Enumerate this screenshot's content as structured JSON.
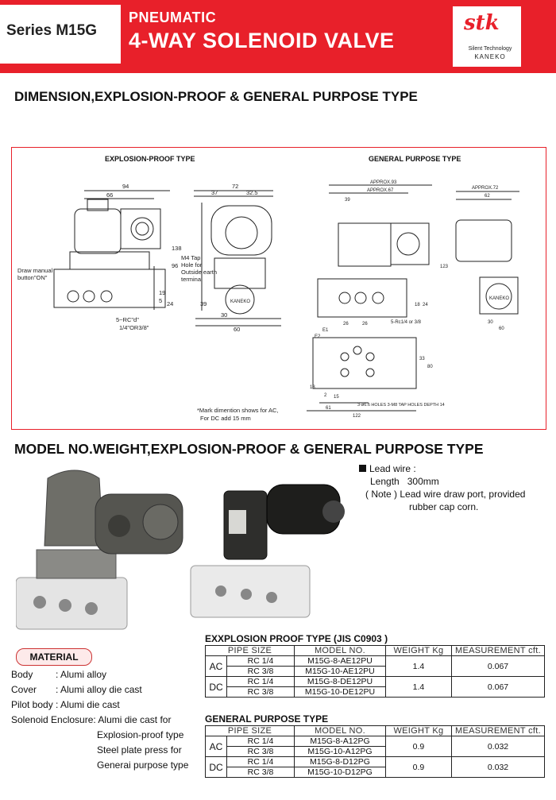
{
  "header": {
    "series": "Series M15G",
    "category": "PNEUMATIC",
    "title": "4-WAY SOLENOID VALVE",
    "logo_mark": "stk",
    "logo_line1": "Silent Technology",
    "logo_line2": "KANEKO",
    "brand_color": "#e8202a"
  },
  "section1_title": "DIMENSION,EXPLOSION-PROOF & GENERAL PURPOSE TYPE",
  "drawing": {
    "left_title": "EXPLOSION-PROOF TYPE",
    "right_title": "GENERAL PURPOSE TYPE",
    "labels": {
      "d94": "94",
      "d66": "66",
      "d72": "72",
      "d37": "37",
      "d325": "32.5",
      "m4tap": "M4 Tap",
      "hole_for": "Hole for",
      "outside_earth": "Outside earth",
      "terminal": "terminal",
      "d138": "138",
      "d96": "96",
      "d39": "39",
      "d30": "30",
      "d60": "60",
      "d19": "19",
      "d5": "5",
      "d24": "24",
      "rc": "5~RC\"d\"",
      "rc_size": "1/4\"OR3/8\"",
      "draw_manual": "Draw manual",
      "button_on": "button\"ON\"",
      "note1": "*Mark dimention shows for AC,",
      "note2": "For DC add 15 mm",
      "approx93": "APPROX.93",
      "approx67": "APPROX.67",
      "r39": "39",
      "approx72": "APPROX.72",
      "r62": "62",
      "r123": "123",
      "rc14": "5-Rc1/4 or 3/8",
      "r18": "18",
      "r24": "24",
      "r30": "30",
      "r60": "60",
      "e1": "E1",
      "e2": "E2",
      "r26a": "26",
      "r26b": "26",
      "r33": "33",
      "r80": "80",
      "r13": "13",
      "r2": "2",
      "r15": "15",
      "r61": "61",
      "r122": "122",
      "holes": "3-ø6.6 HOLES 3-M8 TAP HOLES DEPTH 14",
      "kaneko_plate": "KANEKO",
      "k_aneko": "K-ANEKO"
    }
  },
  "section2_title": "MODEL NO.WEIGHT,EXPLOSION-PROOF & GENERAL PURPOSE TYPE",
  "lead_wire": {
    "label": "Lead wire :",
    "length_label": "Length",
    "length_value": "300mm",
    "note_label": "( Note )",
    "note_text1": "Lead wire draw port, provided",
    "note_text2": "rubber cap corn."
  },
  "material": {
    "title": "MATERIAL",
    "items": [
      {
        "label": "Body",
        "value": ": Alumi alloy"
      },
      {
        "label": "Cover",
        "value": ": Alumi alloy die cast"
      },
      {
        "label": "Pilot body",
        "value": ": Alumi die cast"
      },
      {
        "label": "Solenoid Enclosure",
        "value": ": Alumi die cast for"
      }
    ],
    "cont1": "Explosion-proof type",
    "cont2": "Steel plate press for",
    "cont3": "Generai purpose type"
  },
  "tables": {
    "headers": [
      "PIPE SIZE",
      "MODEL NO.",
      "WEIGHT Kg",
      "MEASUREMENT cft."
    ],
    "explosion": {
      "title": "EXXPLOSION PROOF TYPE (JIS C0903 )",
      "groups": [
        {
          "type": "AC",
          "rows": [
            [
              "RC 1/4",
              "M15G-8-AE12PU"
            ],
            [
              "RC 3/8",
              "M15G-10-AE12PU"
            ]
          ],
          "weight": "1.4",
          "measurement": "0.067"
        },
        {
          "type": "DC",
          "rows": [
            [
              "RC 1/4",
              "M15G-8-DE12PU"
            ],
            [
              "RC 3/8",
              "M15G-10-DE12PU"
            ]
          ],
          "weight": "1.4",
          "measurement": "0.067"
        }
      ]
    },
    "general": {
      "title": "GENERAL PURPOSE TYPE",
      "groups": [
        {
          "type": "AC",
          "rows": [
            [
              "RC 1/4",
              "M15G-8-A12PG"
            ],
            [
              "RC 3/8",
              "M15G-10-A12PG"
            ]
          ],
          "weight": "0.9",
          "measurement": "0.032"
        },
        {
          "type": "DC",
          "rows": [
            [
              "RC 1/4",
              "M15G-8-D12PG"
            ],
            [
              "RC 3/8",
              "M15G-10-D12PG"
            ]
          ],
          "weight": "0.9",
          "measurement": "0.032"
        }
      ]
    }
  }
}
